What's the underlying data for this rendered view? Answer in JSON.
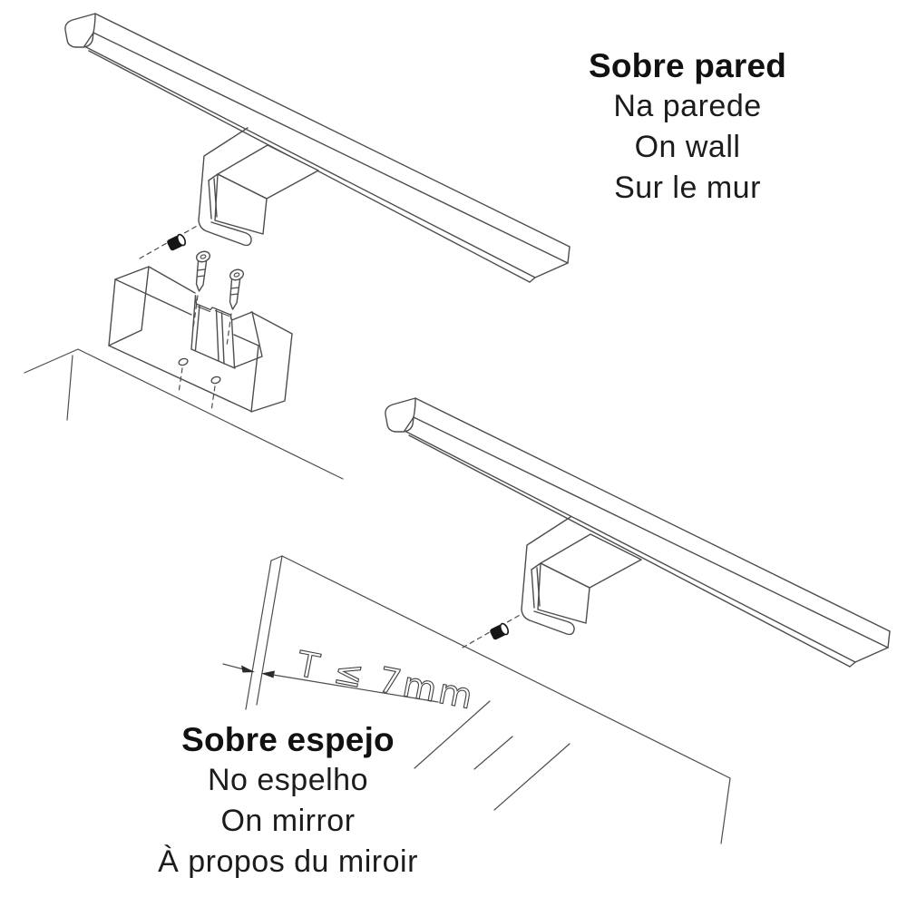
{
  "page": {
    "background": "#ffffff",
    "description_colors": {
      "line": "#4d4d4d",
      "text": "#1a1a1a",
      "set_screw": "#151515"
    }
  },
  "captions": {
    "wall": {
      "title": "Sobre pared",
      "lines": [
        "Na parede",
        "On wall",
        "Sur le mur"
      ]
    },
    "mirror": {
      "title": "Sobre espejo",
      "lines": [
        "No espelho",
        "On mirror",
        "À propos du miroir"
      ]
    }
  },
  "annotation": {
    "text": "T ≤ 7mm"
  }
}
